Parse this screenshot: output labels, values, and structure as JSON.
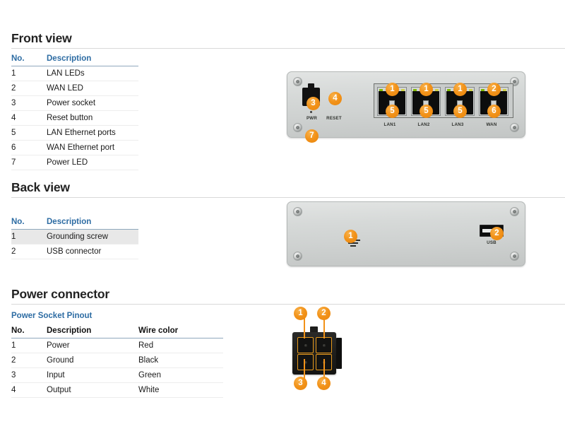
{
  "sections": {
    "front": {
      "heading": "Front view",
      "table": {
        "headers": [
          "No.",
          "Description"
        ],
        "rows": [
          [
            "1",
            "LAN LEDs"
          ],
          [
            "2",
            "WAN LED"
          ],
          [
            "3",
            "Power socket"
          ],
          [
            "4",
            "Reset button"
          ],
          [
            "5",
            "LAN Ethernet ports"
          ],
          [
            "6",
            "WAN Ethernet port"
          ],
          [
            "7",
            "Power LED"
          ]
        ]
      },
      "device": {
        "port_labels": [
          "LAN1",
          "LAN2",
          "LAN3",
          "WAN"
        ],
        "pwr_label": "PWR",
        "reset_label": "RESET",
        "callouts": {
          "lan_led_1": "1",
          "lan_led_2": "1",
          "lan_led_3": "1",
          "wan_led": "2",
          "power_socket": "3",
          "reset_button": "4",
          "lan_port_1": "5",
          "lan_port_2": "5",
          "lan_port_3": "5",
          "wan_port": "6",
          "power_led": "7"
        }
      }
    },
    "back": {
      "heading": "Back view",
      "table": {
        "headers": [
          "No.",
          "Description"
        ],
        "rows": [
          [
            "1",
            "Grounding screw"
          ],
          [
            "2",
            "USB connector"
          ]
        ]
      },
      "device": {
        "usb_label": "USB",
        "callouts": {
          "grounding_screw": "1",
          "usb_connector": "2"
        }
      }
    },
    "power": {
      "heading": "Power connector",
      "table": {
        "caption": "Power Socket Pinout",
        "headers": [
          "No.",
          "Description",
          "Wire color"
        ],
        "rows": [
          [
            "1",
            "Power",
            "Red"
          ],
          [
            "2",
            "Ground",
            "Black"
          ],
          [
            "3",
            "Input",
            "Green"
          ],
          [
            "4",
            "Output",
            "White"
          ]
        ]
      },
      "device": {
        "callouts": {
          "pin_1": "1",
          "pin_2": "2",
          "pin_3": "3",
          "pin_4": "4"
        }
      }
    }
  },
  "colors": {
    "callout_orange": "#F29219",
    "header_blue": "#2D6CA3",
    "row_alt_gray": "#E8E8E8",
    "chassis_gray": "#D6D9D8"
  }
}
